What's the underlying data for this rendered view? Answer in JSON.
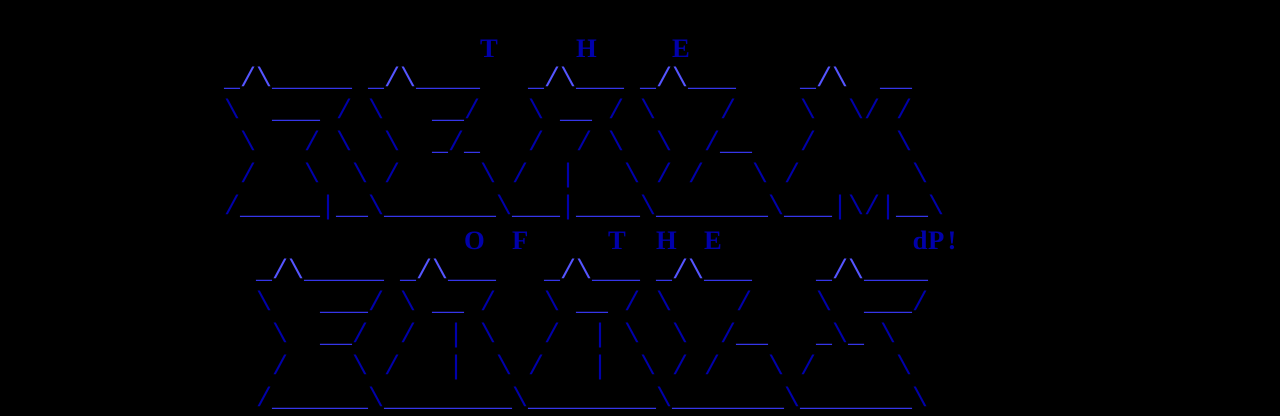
{
  "screen": {
    "title_top": "T H E",
    "title_mid": "O F T H E",
    "signature": "dP!",
    "lines": [
      "",
      "                              T     H     E",
      "              _/\\_____ _/\\____   _/\\___ _/\\___    _/\\  __",
      "              \\  ___ / \\   __/   \\ __ / \\    /    \\  \\/ /",
      "               \\   / \\  \\  _/_   /  / \\  \\  /__   /     \\",
      "               /   \\  \\ /     \\ /  |   \\ / /   \\ /       \\",
      "              /_____|__\\_______\\___|____\\_______\\___|\\/|__\\",
      "                             O  F     T  H  E            dP!",
      "                _/\\_____ _/\\___   _/\\___ _/\\___    _/\\____",
      "                \\   ___/ \\ __ /   \\ __ / \\    /    \\  ___/",
      "                 \\  __/  /  | \\   /  | \\  \\  /__   _\\_ \\",
      "                 /    \\ /   |  \\ /   |  \\ / /   \\ /     \\",
      "                /______\\________\\________\\_______\\_______\\"
    ]
  },
  "colors": {
    "background": "#000000",
    "hat": "#5555FF",
    "underscore": "#3535E8",
    "stroke": "#0000AA"
  }
}
